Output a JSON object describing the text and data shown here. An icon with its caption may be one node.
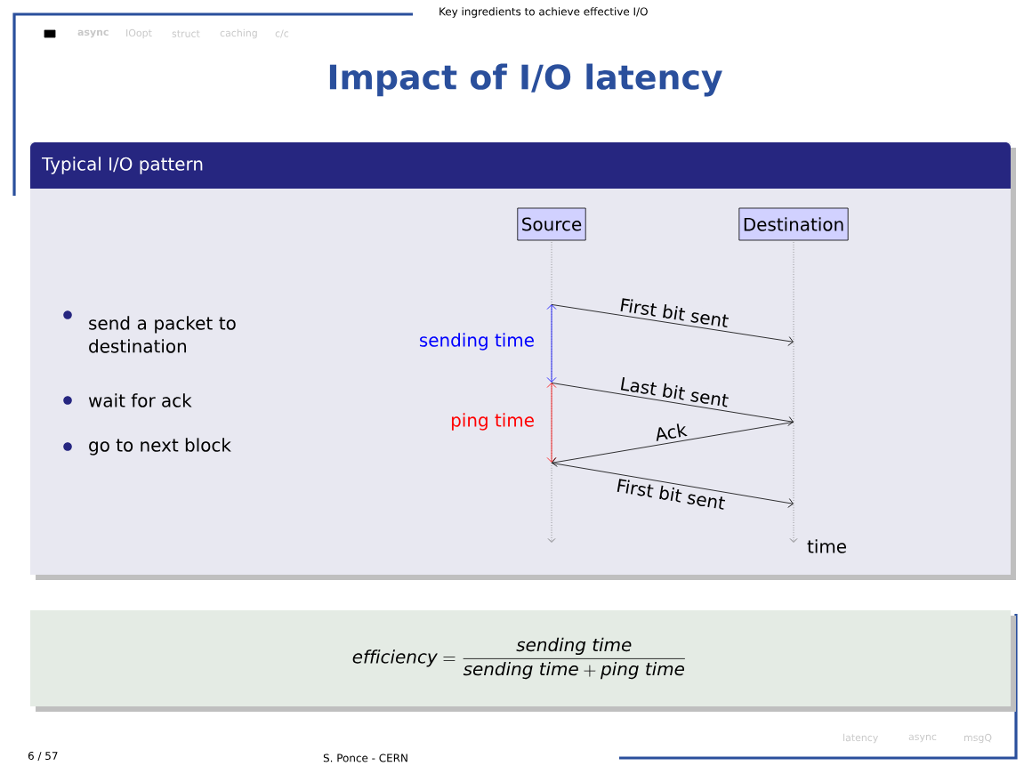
{
  "diagram": {
    "title": "Impact of I/O latency",
    "nodes": [
      {
        "text": [
          "Typical I/O pattern"
        ]
      },
      {
        "text": [
          "Source"
        ],
        "in": 0
      },
      {
        "text": [
          "Destination"
        ],
        "in": 0
      },
      {
        "text": [
          "\\mathit{efficiency} = \\frac{\\mathit{sending\\ time}}{\\mathit{sending\\ time} + \\mathit{ping\\ time}}"
        ]
      }
    ],
    "edges": [
      {
        "from": 1,
        "to": 2,
        "arrow": "to",
        "label": "First bit sent"
      },
      {
        "from": 1,
        "to": 2,
        "arrow": "to",
        "label": "Last bit sent"
      },
      {
        "from": 2,
        "to": 1,
        "arrow": "to",
        "label": "Ack"
      },
      {
        "from": 1,
        "to": 2,
        "arrow": "to",
        "label": "First bit sent"
      }
    ],
    "labels": [
      "Key ingredients to achieve effective I/O",
      "async",
      "IOopt",
      "struct",
      "caching",
      "c/c",
      "send a packet to destination",
      "wait for ack",
      "go to next block",
      "sending time",
      "ping time",
      "time",
      "6 / 57",
      "S. Ponce - CERN",
      "latency",
      "async",
      "msgQ"
    ]
  }
}
